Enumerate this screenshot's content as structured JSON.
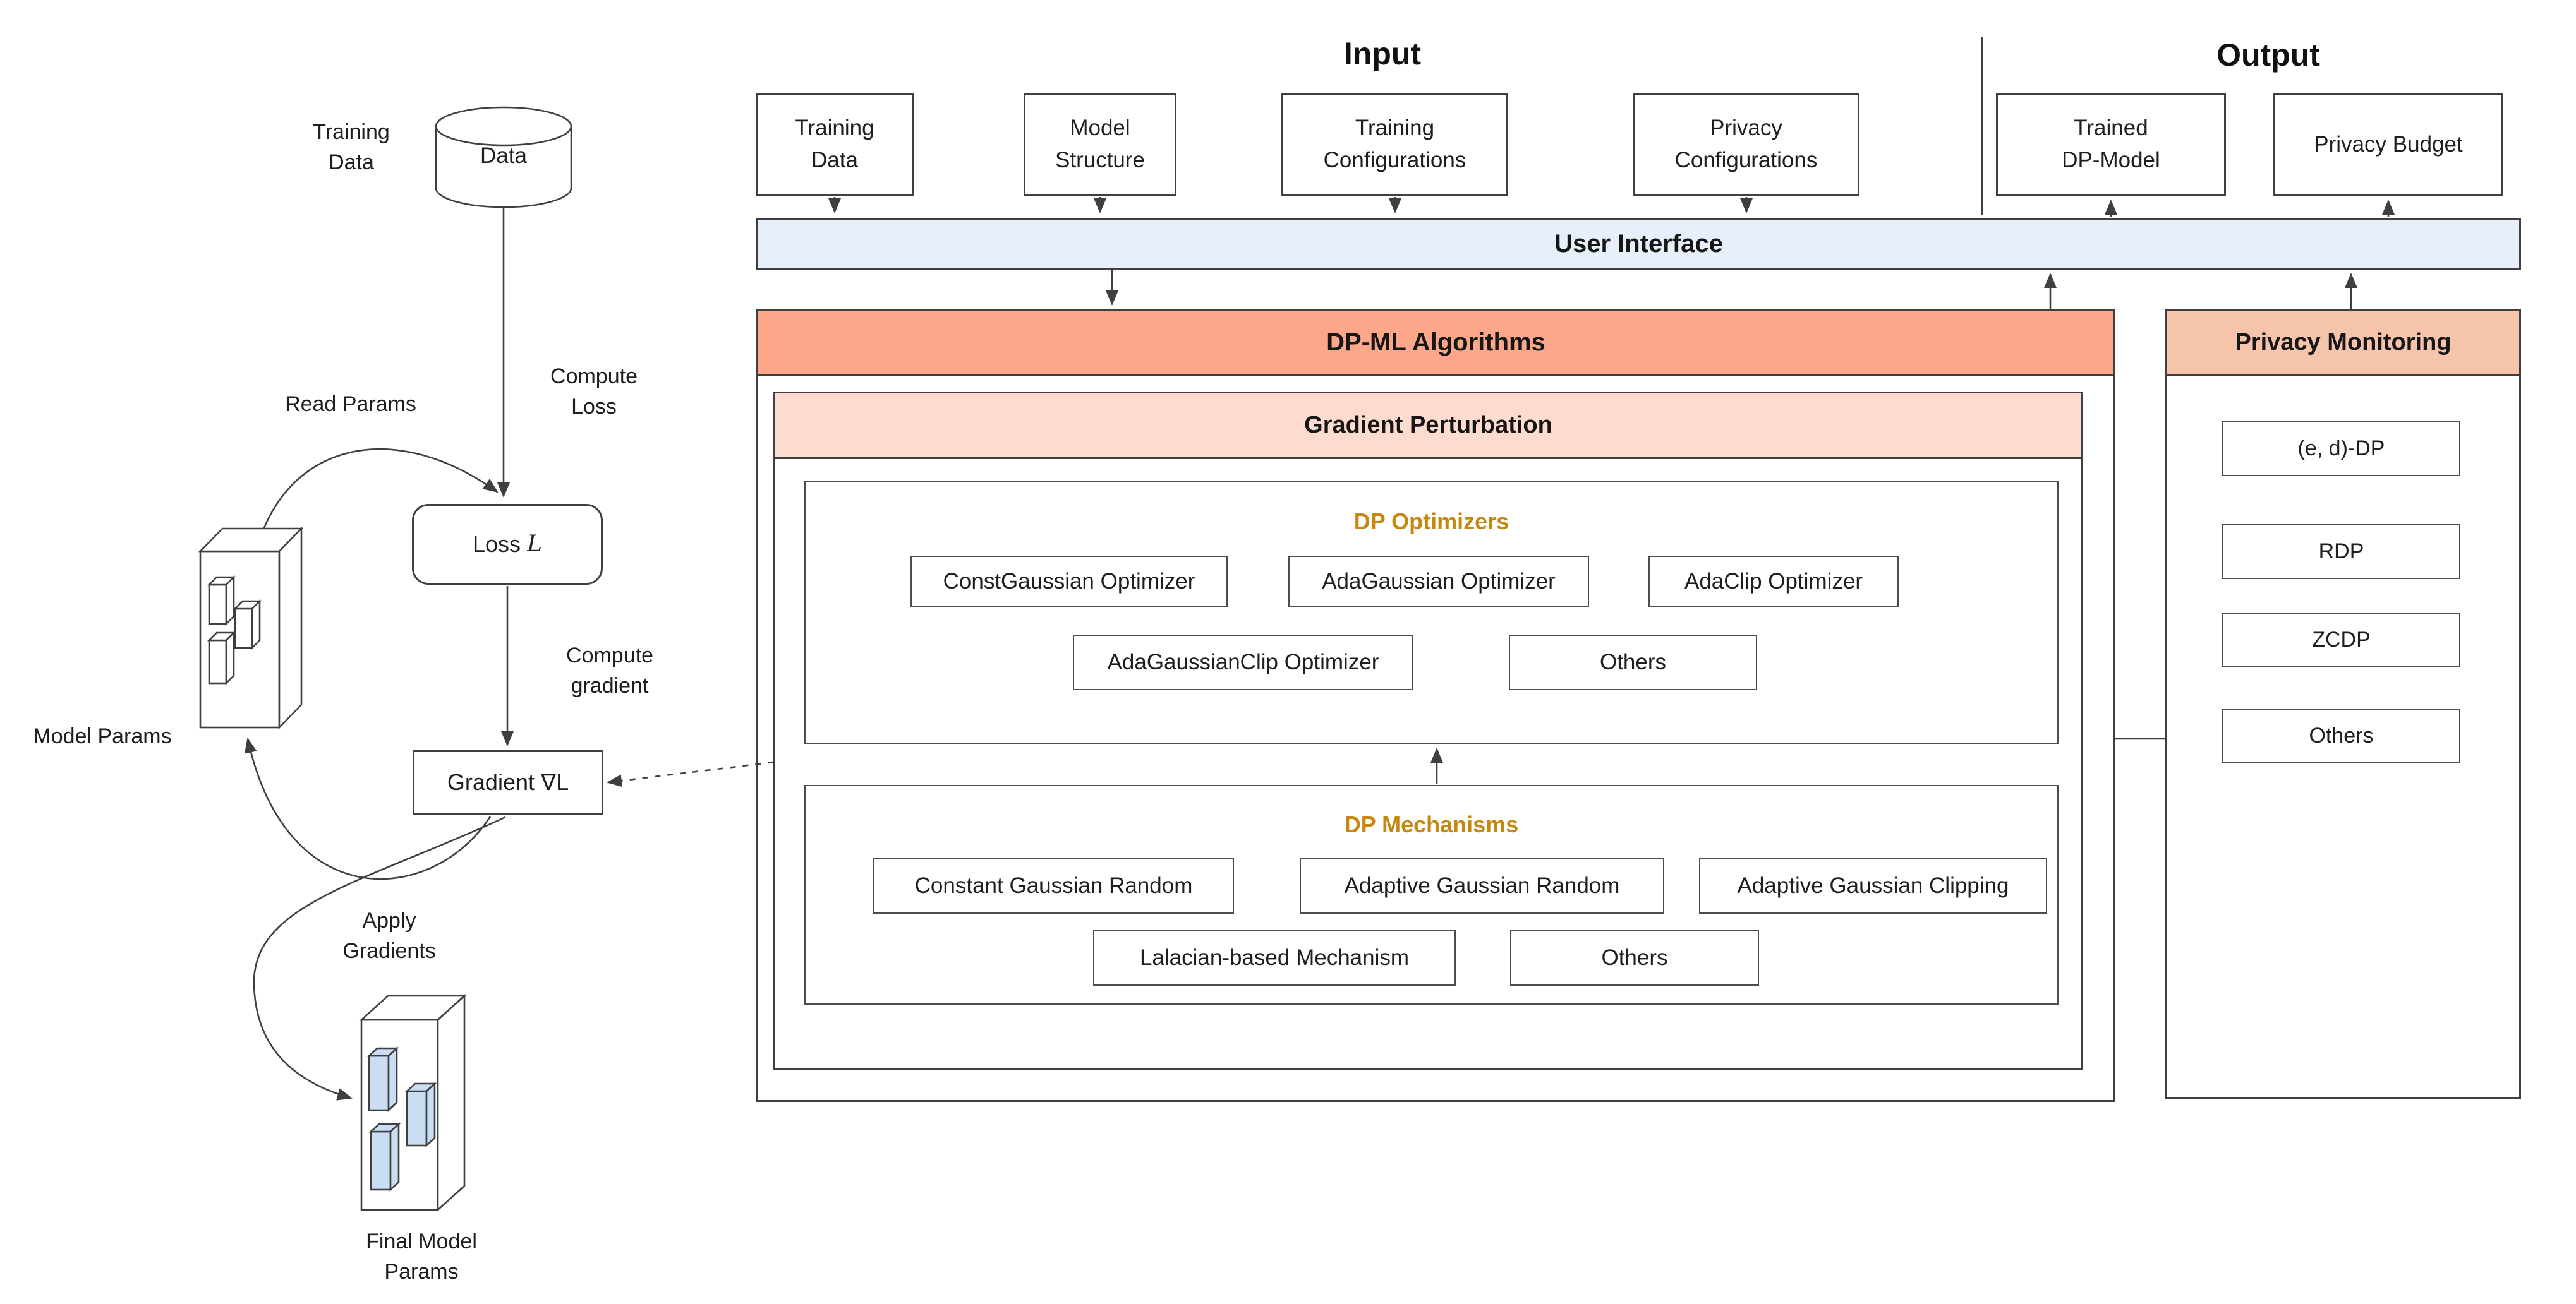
{
  "colors": {
    "ui_bar_fill": "#e6effa",
    "dpml_header_fill": "#fca78a",
    "privacy_monitoring_header_fill": "#f6c3ab",
    "gradient_perturbation_header_fill": "#fddbce",
    "accent_title_text": "#c5870e",
    "final_params_bar_fill": "#c9def2",
    "line_color": "#3f3f3f"
  },
  "left_flow": {
    "training_data_label": "Training\nData",
    "data_store_label": "Data",
    "compute_loss_label": "Compute\nLoss",
    "read_params_label": "Read Params",
    "loss_box": {
      "prefix": "Loss",
      "symbol": "L"
    },
    "compute_gradient_label": "Compute\ngradient",
    "gradient_box": {
      "prefix": "Gradient",
      "symbol": "∇L"
    },
    "model_params_label": "Model Params",
    "apply_gradients_label": "Apply\nGradients",
    "final_model_params_label": "Final Model\nParams"
  },
  "io": {
    "input_title": "Input",
    "output_title": "Output",
    "input_boxes": [
      "Training\nData",
      "Model\nStructure",
      "Training\nConfigurations",
      "Privacy\nConfigurations"
    ],
    "output_boxes": [
      "Trained\nDP-Model",
      "Privacy Budget"
    ]
  },
  "user_interface": {
    "label": "User Interface"
  },
  "dp_ml": {
    "title": "DP-ML Algorithms"
  },
  "gradient_perturbation": {
    "title": "Gradient Perturbation"
  },
  "dp_optimizers": {
    "title": "DP Optimizers",
    "row1": [
      "ConstGaussian Optimizer",
      "AdaGaussian Optimizer",
      "AdaClip Optimizer"
    ],
    "row2": [
      "AdaGaussianClip Optimizer",
      "Others"
    ]
  },
  "dp_mechanisms": {
    "title": "DP Mechanisms",
    "row1": [
      "Constant Gaussian Random",
      "Adaptive Gaussian Random",
      "Adaptive Gaussian Clipping"
    ],
    "row2": [
      "Lalacian-based Mechanism",
      "Others"
    ]
  },
  "privacy_monitoring": {
    "title": "Privacy Monitoring",
    "items": [
      "(e, d)-DP",
      "RDP",
      "ZCDP",
      "Others"
    ]
  }
}
